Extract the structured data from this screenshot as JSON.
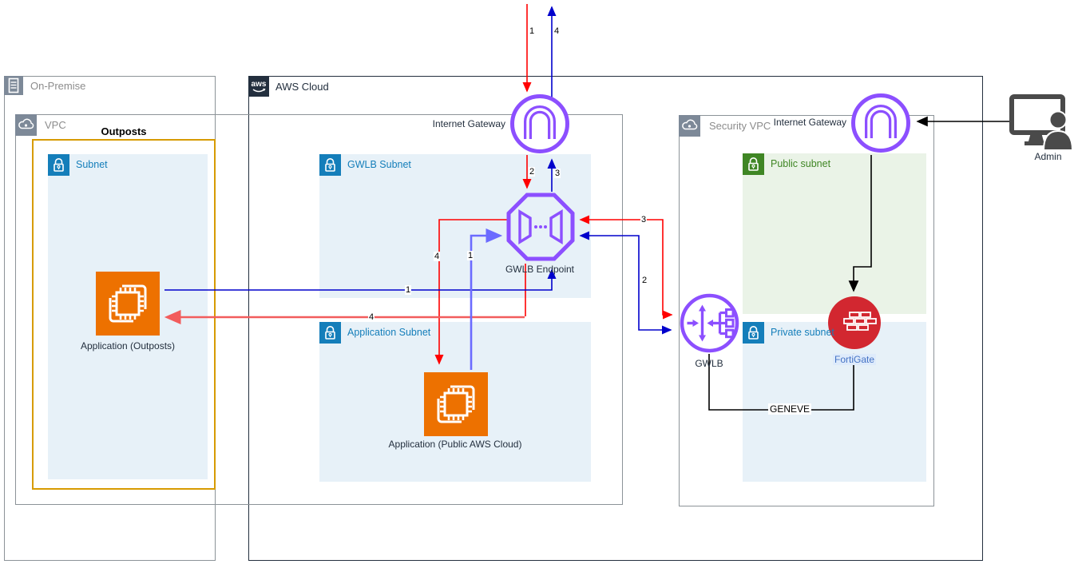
{
  "colors": {
    "inbound-red": "#FF0000",
    "inbound-red-light": "#F25C5C",
    "outbound-blue": "#0000CC",
    "outbound-blue-light": "#6B6BFF",
    "purple": "#8C4FFF",
    "orange": "#ED7100",
    "outposts-border": "#D79B00",
    "fortigate-red": "#D22730",
    "subnet-blue": "#147EBA",
    "subnet-green": "#3F8624",
    "subnet-fill-blue": "#E7F1F8",
    "subnet-fill-green": "#EAF3E7",
    "gray-border": "#8C9398",
    "gray-label": "#8C8C8C",
    "gray-icon": "#7D8998",
    "dark": "#232F3E"
  },
  "containers": {
    "onprem": {
      "title": "On-Premise"
    },
    "aws_cloud": {
      "title": "AWS Cloud",
      "logo_text": "aws"
    },
    "vpc": {
      "title": "VPC"
    },
    "outposts": {
      "title": "Outposts"
    },
    "security_vpc": {
      "title": "Security VPC"
    }
  },
  "subnets": {
    "outposts_subnet": {
      "label": "Subnet"
    },
    "gwlb_subnet": {
      "label": "GWLB Subnet"
    },
    "application_subnet": {
      "label": "Application Subnet"
    },
    "public_subnet": {
      "label": "Public subnet"
    },
    "private_subnet": {
      "label": "Private subnet"
    }
  },
  "nodes": {
    "internet_gateway_main": {
      "label": "Internet Gateway"
    },
    "internet_gateway_security": {
      "label": "Internet Gateway"
    },
    "gwlb_endpoint": {
      "label": "GWLB Endpoint"
    },
    "gwlb": {
      "label": "GWLB"
    },
    "fortigate": {
      "label": "FortiGate"
    },
    "application_outposts": {
      "label": "Application (Outposts)"
    },
    "application_public": {
      "label": "Application (Public AWS Cloud)"
    },
    "admin": {
      "label": "Admin"
    }
  },
  "flows": {
    "geneve_label": "GENEVE",
    "red": {
      "s1": "1",
      "s2": "2",
      "s3": "3",
      "s4a": "4",
      "s4b": "4"
    },
    "blue": {
      "s1a": "1",
      "s1b": "1",
      "s2": "2",
      "s3": "3",
      "s4": "4"
    }
  }
}
